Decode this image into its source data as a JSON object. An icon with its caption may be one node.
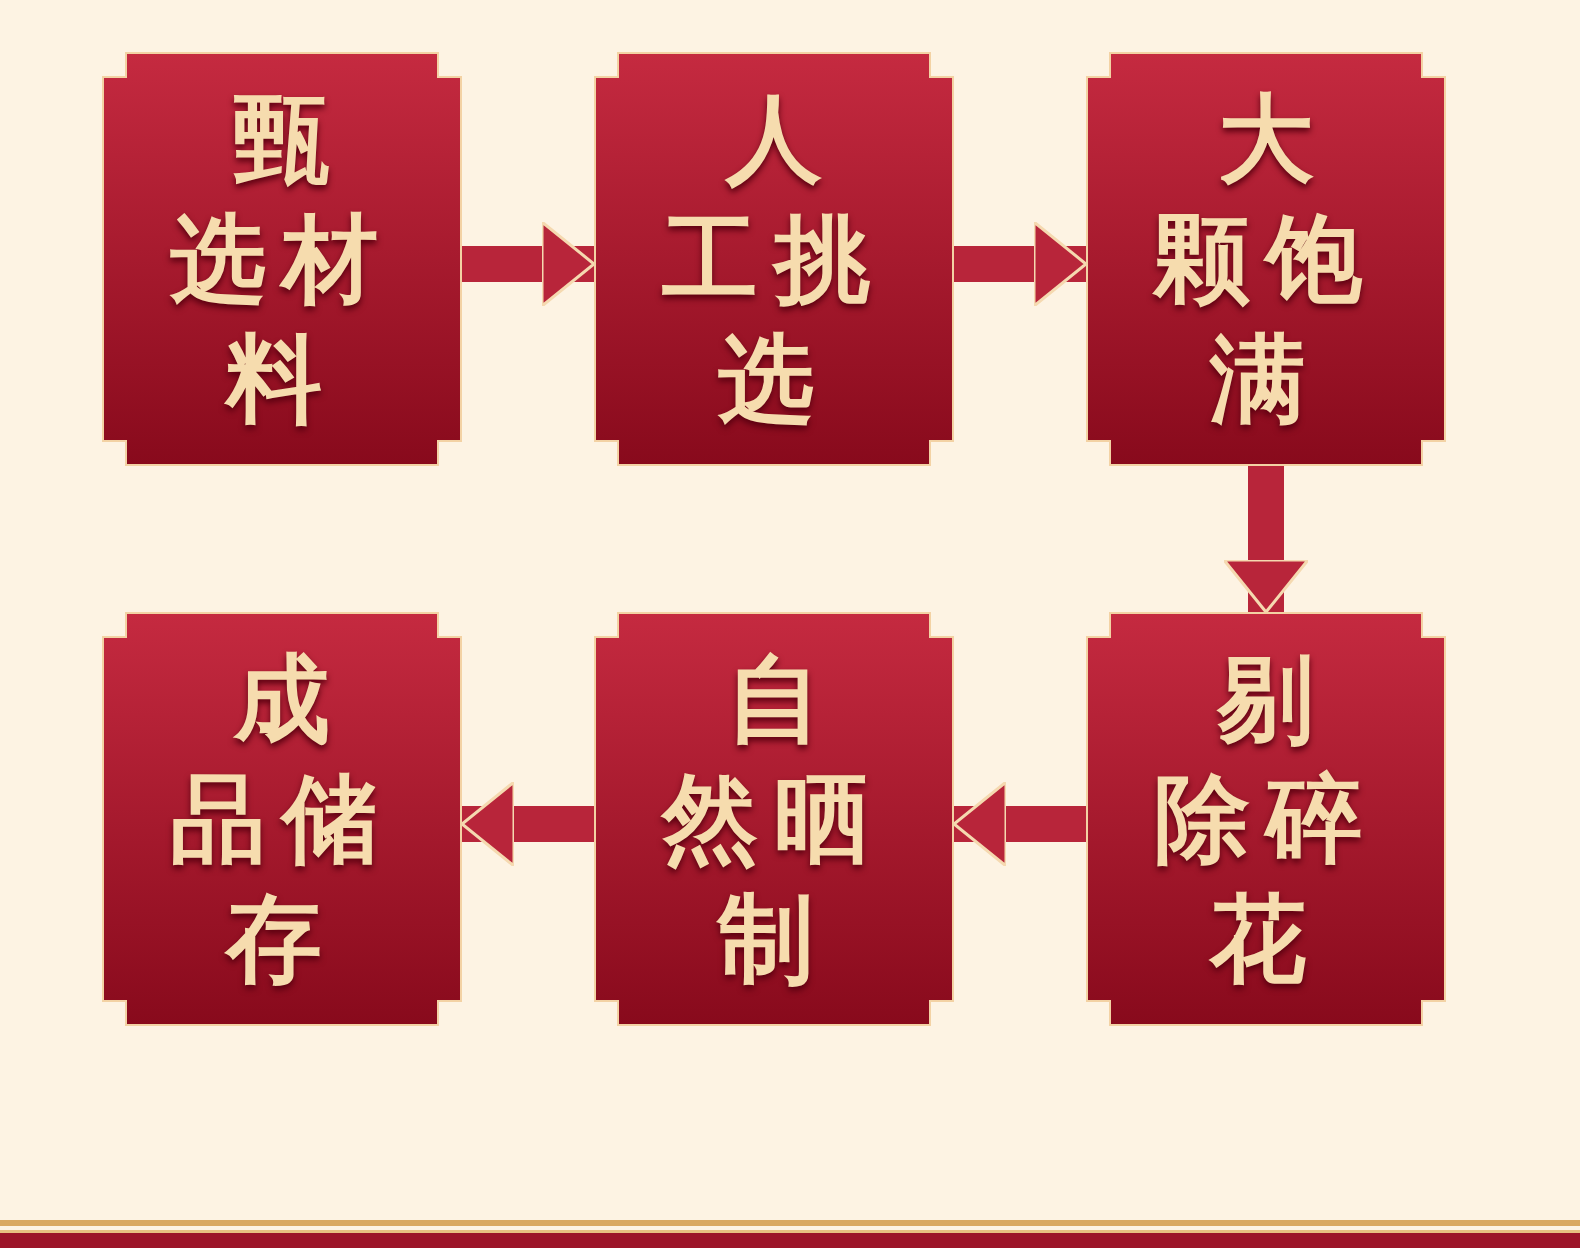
{
  "diagram": {
    "nodes": [
      {
        "text": [
          "甄选材料"
        ]
      },
      {
        "text": [
          "人工挑选"
        ]
      },
      {
        "text": [
          "大颗饱满"
        ]
      },
      {
        "text": [
          "剔除碎花"
        ]
      },
      {
        "text": [
          "自然晒制"
        ]
      },
      {
        "text": [
          "成品储存"
        ]
      }
    ],
    "edges": [
      {
        "from": 0,
        "to": 1,
        "arrow": "to"
      },
      {
        "from": 1,
        "to": 2,
        "arrow": "to"
      },
      {
        "from": 2,
        "to": 3,
        "arrow": "to"
      },
      {
        "from": 3,
        "to": 4,
        "arrow": "to"
      },
      {
        "from": 4,
        "to": 5,
        "arrow": "to"
      }
    ]
  }
}
